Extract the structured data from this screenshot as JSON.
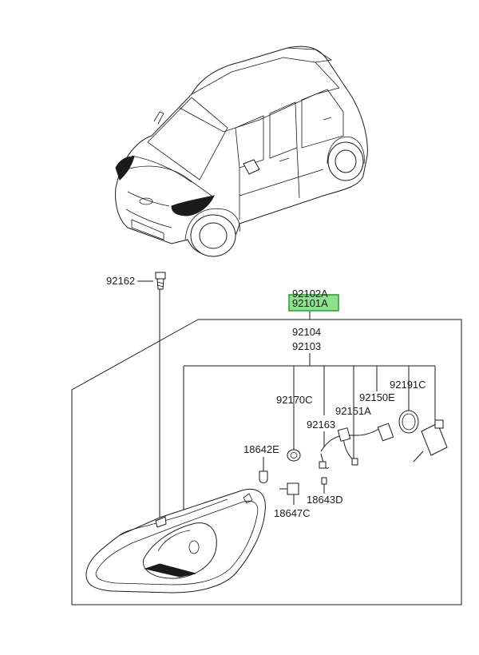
{
  "colors": {
    "line": "#1a1a1a",
    "highlight_fill": "#8fe08f",
    "highlight_stroke": "#2a9d2a",
    "background": "#ffffff"
  },
  "labels": {
    "p92162": "92162",
    "p92102A": "92102A",
    "p92101A": "92101A",
    "p92104": "92104",
    "p92103": "92103",
    "p92170C": "92170C",
    "p92191C": "92191C",
    "p92150E": "92150E",
    "p92151A": "92151A",
    "p92163": "92163",
    "p18642E": "18642E",
    "p18643D": "18643D",
    "p18647C": "18647C"
  },
  "highlighted_part": "92101A"
}
